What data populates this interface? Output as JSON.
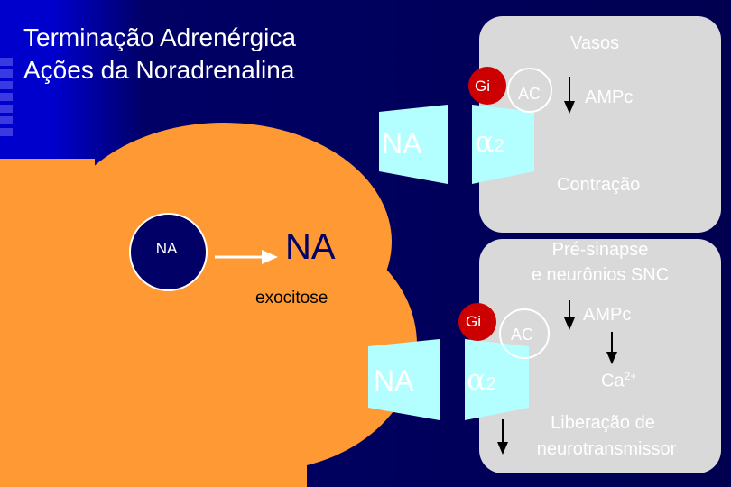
{
  "title": {
    "line1": "Terminação Adrenérgica",
    "line2": "Ações da Noradrenalina"
  },
  "terminal": {
    "vesicle_label": "NA",
    "released_label": "NA",
    "process_label": "exocitose"
  },
  "vessels_panel": {
    "title": "Vasos",
    "g_protein": "Gi",
    "enzyme": "AC",
    "second_messenger": "AMPc",
    "ligand": "NA",
    "receptor_symbol": "α",
    "receptor_subscript": "2",
    "effect": "Contração"
  },
  "presynapse_panel": {
    "title_line1": "Pré-sinapse",
    "title_line2": "e neurônios SNC",
    "g_protein": "Gi",
    "enzyme": "AC",
    "second_messenger": "AMPc",
    "ion": "Ca",
    "ion_charge": "2+",
    "ligand": "NA",
    "receptor_symbol": "α",
    "receptor_subscript": "2",
    "effect_line1": "Liberação de",
    "effect_line2": "neurotransmissor"
  },
  "colors": {
    "background": "#000066",
    "terminal": "#ff9933",
    "panel": "#d9d9d9",
    "receptor": "#b3ffff",
    "g_protein": "#cc0000",
    "vesicle": "#000066"
  }
}
